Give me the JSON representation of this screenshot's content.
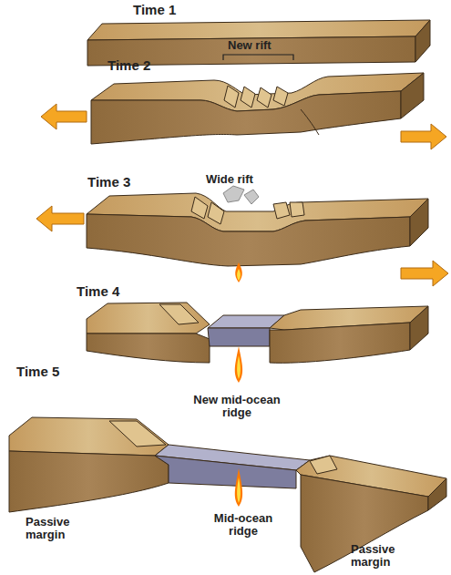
{
  "diagram": {
    "labels": [
      "Time 1",
      "Time 2",
      "New rift",
      "Time 3",
      "Wide rift",
      "Time 4",
      "New mid-ocean ridge",
      "Time 5",
      "Passive margin",
      "Mid-ocean ridge",
      "Passive margin"
    ]
  }
}
